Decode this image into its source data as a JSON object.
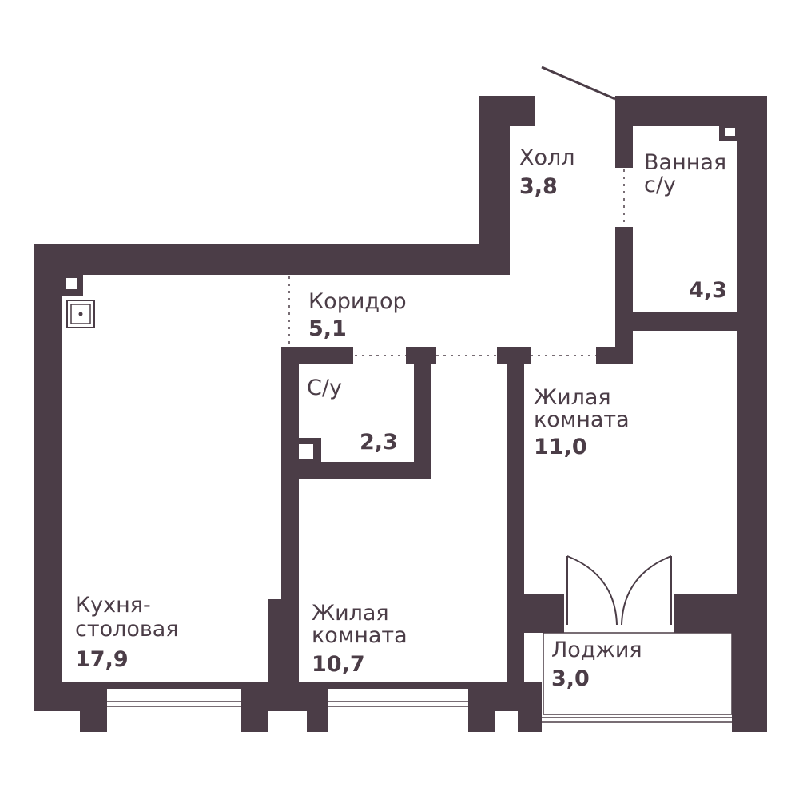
{
  "colors": {
    "wall": "#4b3d47",
    "background": "#ffffff"
  },
  "rooms": {
    "hall": {
      "name": "Холл",
      "area": "3,8"
    },
    "bathroom": {
      "name_line1": "Ванная",
      "name_line2": "с/у",
      "area": "4,3"
    },
    "corridor": {
      "name": "Коридор",
      "area": "5,1"
    },
    "wc": {
      "name": "С/у",
      "area": "2,3"
    },
    "living_right": {
      "name_line1": "Жилая",
      "name_line2": "комната",
      "area": "11,0"
    },
    "kitchen": {
      "name_line1": "Кухня-",
      "name_line2": "столовая",
      "area": "17,9"
    },
    "living_center": {
      "name_line1": "Жилая",
      "name_line2": "комната",
      "area": "10,7"
    },
    "loggia": {
      "name": "Лоджия",
      "area": "3,0"
    }
  },
  "icons": [
    "sink-icon",
    "ventilation-shaft-icon",
    "balcony-door-icon",
    "entrance-door-icon"
  ]
}
